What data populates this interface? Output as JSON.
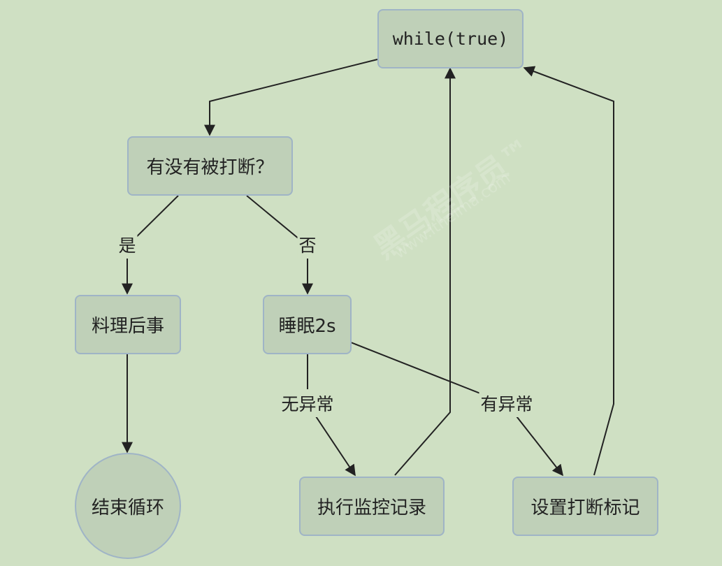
{
  "nodes": {
    "loop": "while(true)",
    "check_interrupt": "有没有被打断？",
    "cleanup": "料理后事",
    "sleep": "睡眠2s",
    "end_loop": "结束循环",
    "do_monitor": "执行监控记录",
    "set_interrupt_flag": "设置打断标记"
  },
  "edge_labels": {
    "yes": "是",
    "no": "否",
    "no_exception": "无异常",
    "has_exception": "有异常"
  },
  "watermark": {
    "brand": "黑马程序员™",
    "url": "www.itheima.com"
  },
  "colors": {
    "background": "#cfe0c3",
    "node_fill": "#bfd0b8",
    "node_border": "#9fb4c6",
    "edge": "#222222"
  }
}
